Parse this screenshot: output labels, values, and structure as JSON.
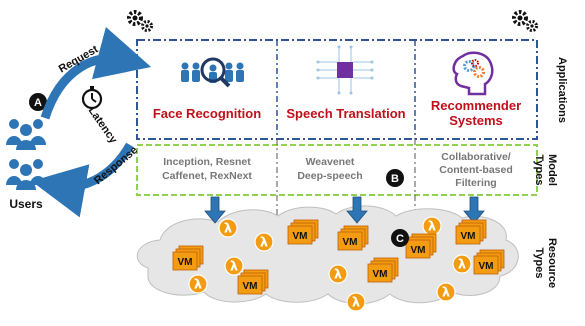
{
  "applications": [
    {
      "id": "face",
      "title_lines": [
        "Face Recognition"
      ]
    },
    {
      "id": "speech",
      "title_lines": [
        "Speech Translation"
      ]
    },
    {
      "id": "recommender",
      "title_lines": [
        "Recommender",
        "Systems"
      ]
    }
  ],
  "model_types": [
    {
      "lines": [
        "Inception, Resnet",
        "Caffenet, RexNext"
      ]
    },
    {
      "lines": [
        "Weavenet",
        "Deep-speech"
      ]
    },
    {
      "lines": [
        "Collaborative/",
        "Content-based",
        "Filtering"
      ]
    }
  ],
  "side_labels": {
    "applications": "Applications",
    "model_types": [
      "Model",
      "Types"
    ],
    "resource_types": [
      "Resource",
      "Types"
    ]
  },
  "users": {
    "label": "Users"
  },
  "flow": {
    "request": "Request",
    "response": "Response",
    "latency": "Latency"
  },
  "badges": {
    "a": "A",
    "b": "B",
    "c": "C"
  },
  "resources": {
    "vm_label": "VM",
    "lambda_glyph": "λ"
  },
  "colors": {
    "app_box_border": "#2f5597",
    "model_box_border": "#92d050",
    "cloud_fill": "#e6e6e6",
    "resource_orange": "#f39c12",
    "arrow_blue": "#2e75b6",
    "title_red": "#c0101a",
    "people_blue": "#2e75b6"
  },
  "icons": [
    "gear-icon",
    "gear-icon",
    "people-search-icon",
    "chip-circuit-icon",
    "head-gears-icon",
    "timer-icon",
    "users-icon"
  ]
}
